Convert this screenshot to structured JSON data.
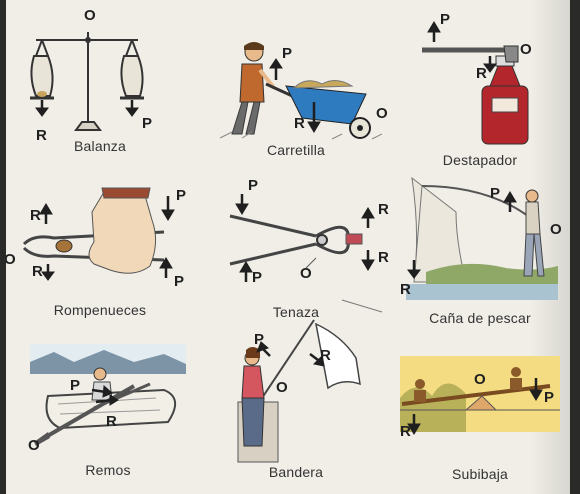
{
  "diagrams": [
    {
      "caption": "Balanza",
      "labels": {
        "O": "O",
        "R": "R",
        "P": "P"
      }
    },
    {
      "caption": "Carretilla",
      "labels": {
        "P": "P",
        "R": "R",
        "O": "O"
      }
    },
    {
      "caption": "Destapador",
      "labels": {
        "P": "P",
        "O": "O",
        "R": "R"
      }
    },
    {
      "caption": "Rompenueces",
      "labels": {
        "R1": "R",
        "R2": "R",
        "P1": "P",
        "P2": "P",
        "O": "O"
      }
    },
    {
      "caption": "Tenaza",
      "labels": {
        "P1": "P",
        "P2": "P",
        "R1": "R",
        "R2": "R",
        "O": "O"
      }
    },
    {
      "caption": "Caña de pescar",
      "labels": {
        "P": "P",
        "O": "O",
        "R": "R"
      }
    },
    {
      "caption": "Remos",
      "labels": {
        "P": "P",
        "R": "R",
        "O": "O"
      }
    },
    {
      "caption": "Bandera",
      "labels": {
        "P": "P",
        "R": "R",
        "O": "O"
      }
    },
    {
      "caption": "Subibaja",
      "labels": {
        "O": "O",
        "P": "P",
        "R": "R"
      }
    }
  ],
  "colors": {
    "paper": "#f0eee7",
    "ink": "#1f1f1f",
    "bottle": "#b3262c",
    "skin": "#e8b98a",
    "wood": "#8a5a2a",
    "sky": "#f3dc82",
    "water": "#a9c3d0"
  }
}
